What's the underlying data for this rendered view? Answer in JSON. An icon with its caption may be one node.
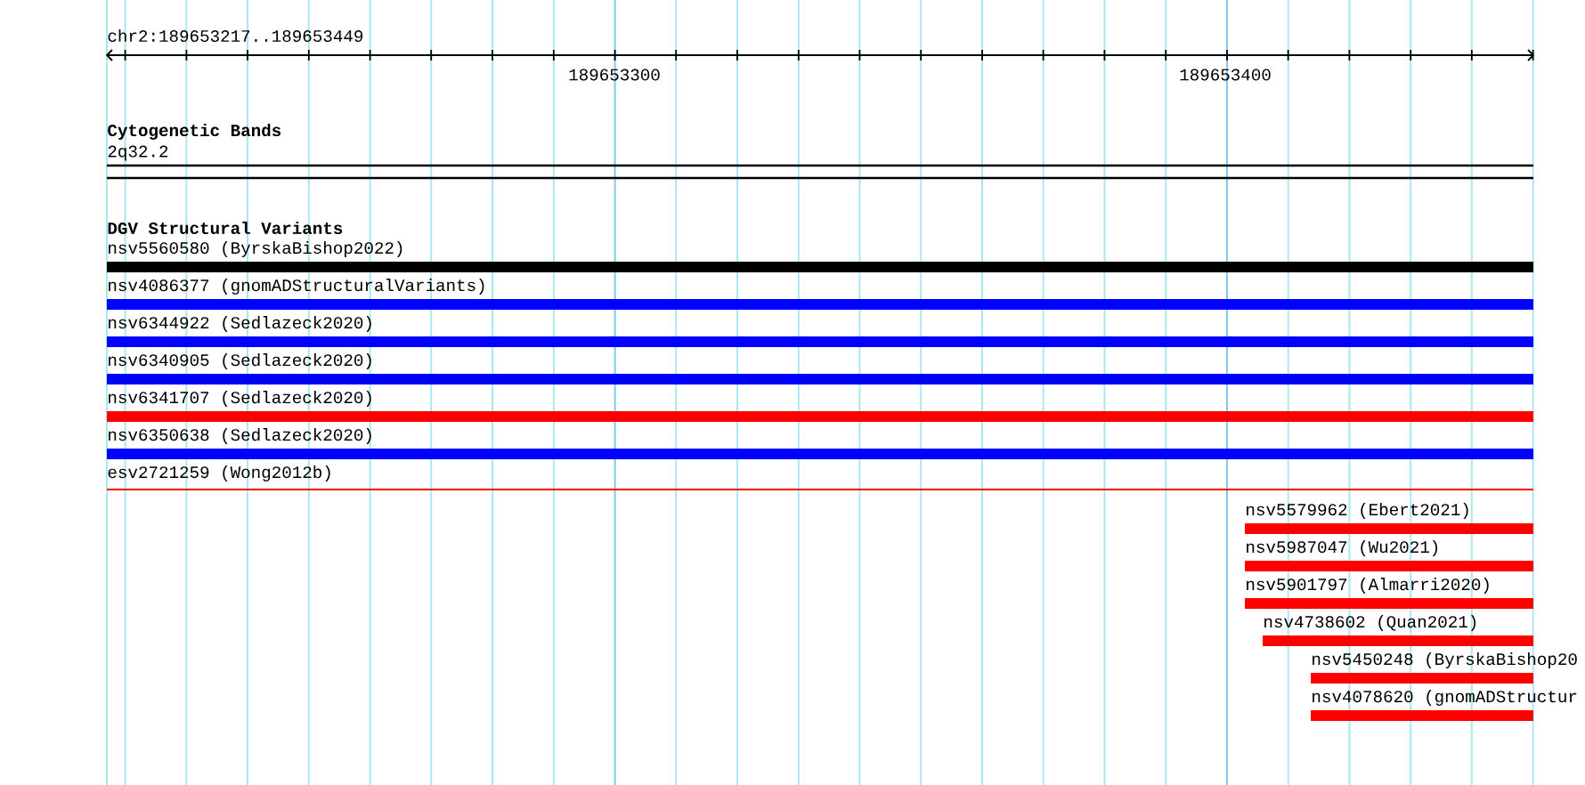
{
  "diagram": {
    "nodes": [
      {
        "text": [
          "Cytogenetic Bands",
          "2q32.2"
        ]
      },
      {
        "text": [
          "DGV Structural Variants"
        ]
      },
      {
        "text": [
          "nsv5560580 (ByrskaBishop2022)"
        ]
      },
      {
        "text": [
          "nsv4086377 (gnomADStructuralVariants)"
        ]
      },
      {
        "text": [
          "nsv6344922 (Sedlazeck2020)"
        ]
      },
      {
        "text": [
          "nsv6340905 (Sedlazeck2020)"
        ]
      },
      {
        "text": [
          "nsv6341707 (Sedlazeck2020)"
        ]
      },
      {
        "text": [
          "nsv6350638 (Sedlazeck2020)"
        ]
      },
      {
        "text": [
          "esv2721259 (Wong2012b)"
        ]
      },
      {
        "text": [
          "nsv5579962 (Ebert2021)"
        ]
      },
      {
        "text": [
          "nsv5987047 (Wu2021)"
        ]
      },
      {
        "text": [
          "nsv5901797 (Almarri2020)"
        ]
      },
      {
        "text": [
          "nsv4738602 (Quan2021)"
        ]
      },
      {
        "text": [
          "nsv5450248 (ByrskaBishop20"
        ]
      },
      {
        "text": [
          "nsv4078620 (gnomADStructur"
        ]
      }
    ],
    "edges": [],
    "labels": [
      "chr2:189653217..189653449",
      "189653300",
      "189653400"
    ]
  }
}
